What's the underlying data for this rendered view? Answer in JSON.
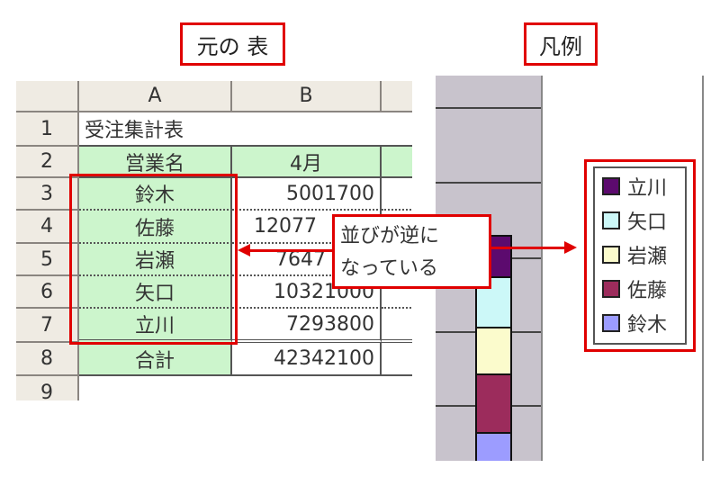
{
  "labels": {
    "original_table": "元の 表",
    "legend": "凡例"
  },
  "sheet": {
    "columns": [
      "A",
      "B"
    ],
    "row_numbers": [
      "1",
      "2",
      "3",
      "4",
      "5",
      "6",
      "7",
      "8",
      "9"
    ],
    "title": "受注集計表",
    "header": {
      "name": "営業名",
      "month": "4月"
    },
    "rows": [
      {
        "name": "鈴木",
        "value": "5001700"
      },
      {
        "name": "佐藤",
        "value": "12077"
      },
      {
        "name": "岩瀬",
        "value": "7647"
      },
      {
        "name": "矢口",
        "value": "10321000"
      },
      {
        "name": "立川",
        "value": "7293800"
      }
    ],
    "total": {
      "name": "合計",
      "value": "42342100"
    }
  },
  "callout": {
    "line1": "並びが逆に",
    "line2": "なっている"
  },
  "legend": {
    "items": [
      {
        "label": "立川",
        "color": "#5c0a6e"
      },
      {
        "label": "矢口",
        "color": "#ccf8f8"
      },
      {
        "label": "岩瀬",
        "color": "#fbfbcc"
      },
      {
        "label": "佐藤",
        "color": "#9c2c5c"
      },
      {
        "label": "鈴木",
        "color": "#9c9cff"
      }
    ]
  },
  "colors": {
    "accent": "#e00000",
    "header_green": "#ccf5cc",
    "chart_bg": "#c8c3cc"
  }
}
